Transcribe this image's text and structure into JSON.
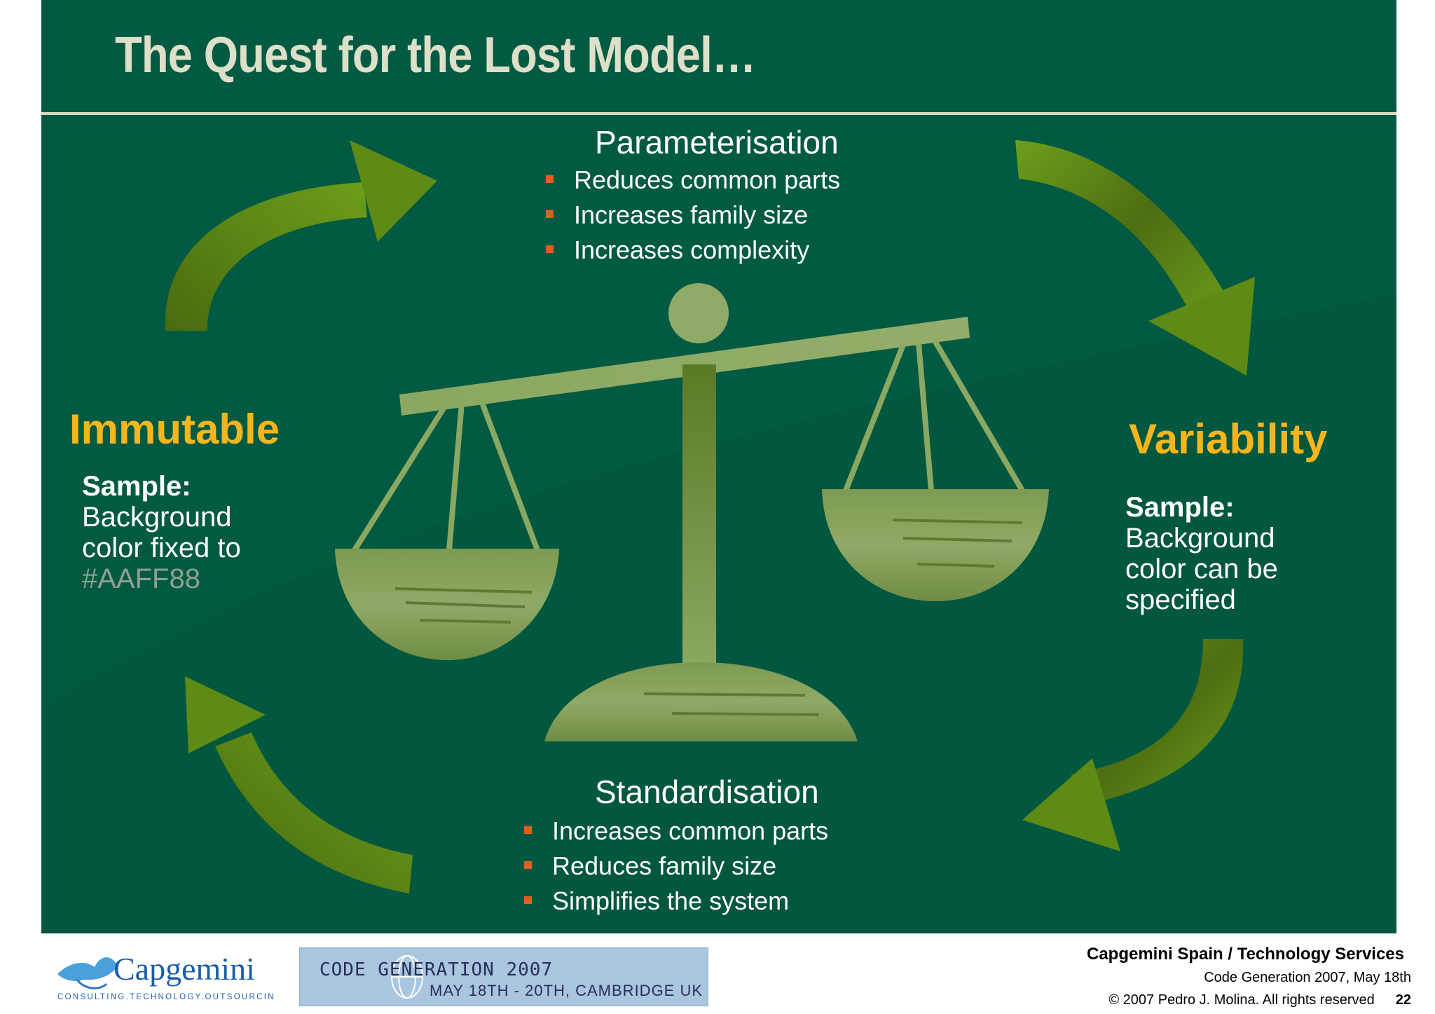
{
  "slide": {
    "title": "The Quest for the Lost Model…",
    "background_color": "#025a42",
    "title_color": "#dedfc8"
  },
  "parameterisation": {
    "heading": "Parameterisation",
    "bullets": [
      "Reduces common parts",
      "Increases family size",
      "Increases complexity"
    ]
  },
  "standardisation": {
    "heading": "Standardisation",
    "bullets": [
      "Increases common parts",
      "Reduces family size",
      "Simplifies the system"
    ]
  },
  "immutable": {
    "heading": "Immutable",
    "sample_label": "Sample:",
    "lines": [
      "Background",
      "color fixed to"
    ],
    "hex": "#AAFF88"
  },
  "variability": {
    "heading": "Variability",
    "sample_label": "Sample:",
    "lines": [
      "Background",
      "color can be",
      "specified"
    ]
  },
  "colors": {
    "accent_heading": "#f5b51e",
    "bullet_marker": "#e15f1e",
    "scale": "#8eab66"
  },
  "icons": [
    "balance-scale-icon",
    "curved-arrow-icon"
  ],
  "footer": {
    "logo_text": "Capgemini",
    "logo_tagline": "CONSULTING.TECHNOLOGY.OUTSOURCING",
    "banner_line1": "CODE GENERATION 2007",
    "banner_line2": "MAY 18TH - 20TH, CAMBRIDGE UK",
    "company": "Capgemini Spain / Technology Services",
    "event": "Code Generation 2007, May 18th",
    "copyright": "© 2007 Pedro J. Molina. All rights reserved",
    "page_number": "22"
  }
}
